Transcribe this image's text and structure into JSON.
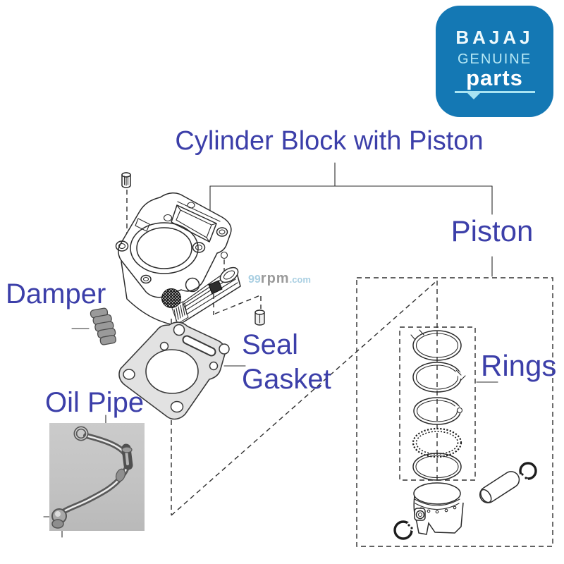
{
  "title": {
    "text": "Cylinder Block with Piston"
  },
  "logo": {
    "brand": "BAJAJ",
    "line1": "GENUINE",
    "line2": "parts"
  },
  "watermark": {
    "part1": "99",
    "part2": "rpm",
    "part3": ".com"
  },
  "labels": {
    "piston": "Piston",
    "damper": "Damper",
    "seal_line1": "Seal",
    "seal_line2": "Gasket",
    "oil_pipe": "Oil Pipe",
    "rings": "Rings"
  },
  "colors": {
    "label_text": "#3c3fa9",
    "logo_bg": "#1478b4",
    "logo_accent": "#a9e4f2",
    "logo_text": "#ffffff",
    "line_art": "#2b2b2b",
    "gasket_fill": "#e2e2e2",
    "photo_bg": "#c6c6c6",
    "watermark_blue": "#a9cfe2",
    "watermark_gray": "#9a9a9a"
  }
}
